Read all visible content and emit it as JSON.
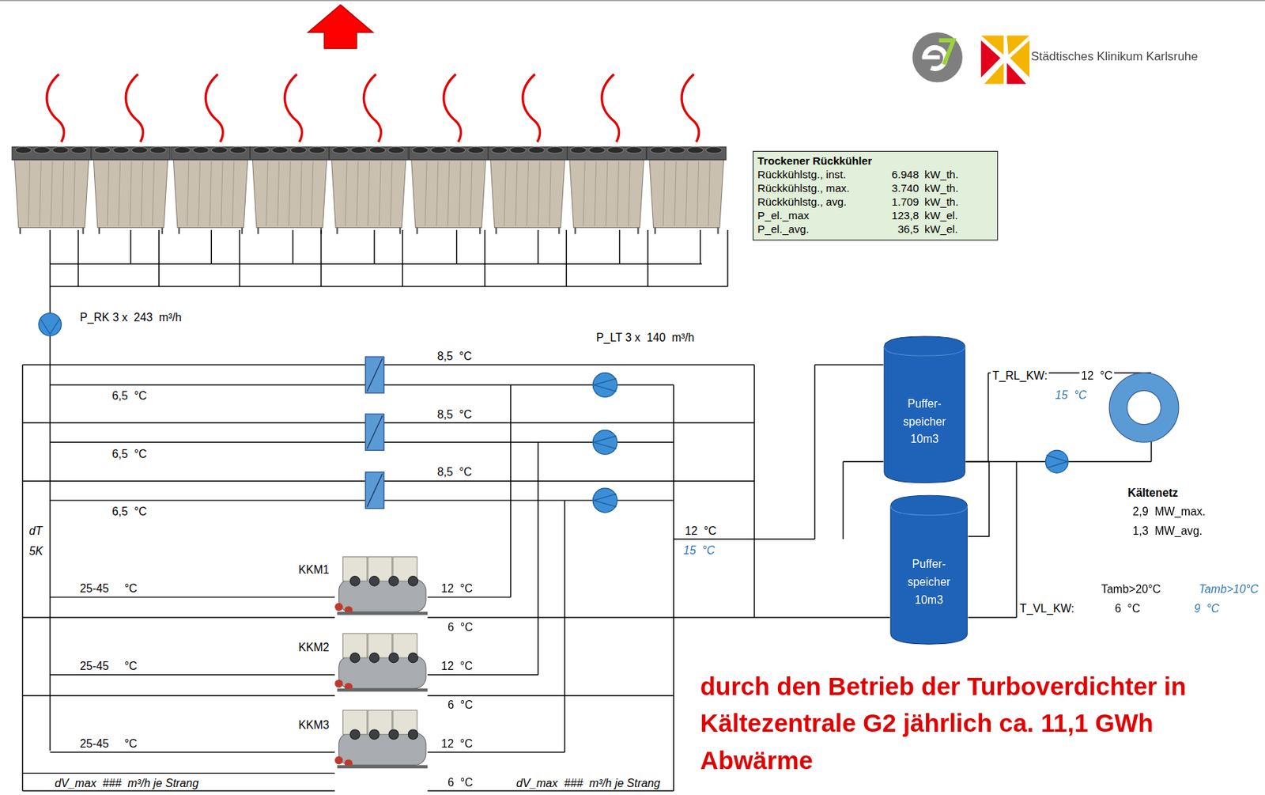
{
  "diagram": {
    "nodes": [
      {
        "text": [
          "Trockener Rückkühler",
          "Rückkühlstg., inst.",
          "6.948",
          "kW_th.",
          "Rückkühlstg., max.",
          "3.740",
          "kW_th.",
          "Rückkühlstg., avg.",
          "1.709",
          "kW_th.",
          "P_el._max",
          "123,8",
          "kW_el.",
          "P_el._avg.",
          "36,5",
          "kW_el."
        ]
      },
      {
        "text": [
          "Puffer- speicher 10m3"
        ]
      },
      {
        "text": [
          "Puffer- speicher 10m3"
        ]
      }
    ],
    "edges": [
      {
        "from": 1,
        "to": 2,
        "arrow": "none"
      }
    ],
    "labels": [
      "P_RK 3 x  243  m³/h",
      "P_LT 3 x  140  m³/h",
      "8,5  °C",
      "6,5  °C",
      "8,5  °C",
      "6,5  °C",
      "8,5  °C",
      "6,5  °C",
      "12  °C",
      "15  °C",
      "dT",
      "5K",
      "KKM1",
      "25-45     °C",
      "12  °C",
      "6  °C",
      "KKM2",
      "25-45     °C",
      "12  °C",
      "6  °C",
      "KKM3",
      "25-45     °C",
      "12  °C",
      "6  °C",
      "dV_max  ###  m³/h je Strang",
      "dV_max  ###  m³/h je Strang",
      "T_RL_KW:",
      "12  °C",
      "15  °C",
      "Kältenetz",
      "2,9  MW_max.",
      "1,3  MW_avg.",
      "Tamb>20°C",
      "Tamb>10°C",
      "T_VL_KW:",
      "6  °C",
      "9  °C",
      "durch den Betrieb der Turboverdichter in Kältezentrale G2 jährlich ca. 11,1 GWh Abwärme",
      "Städtisches Klinikum Karlsruhe"
    ]
  }
}
